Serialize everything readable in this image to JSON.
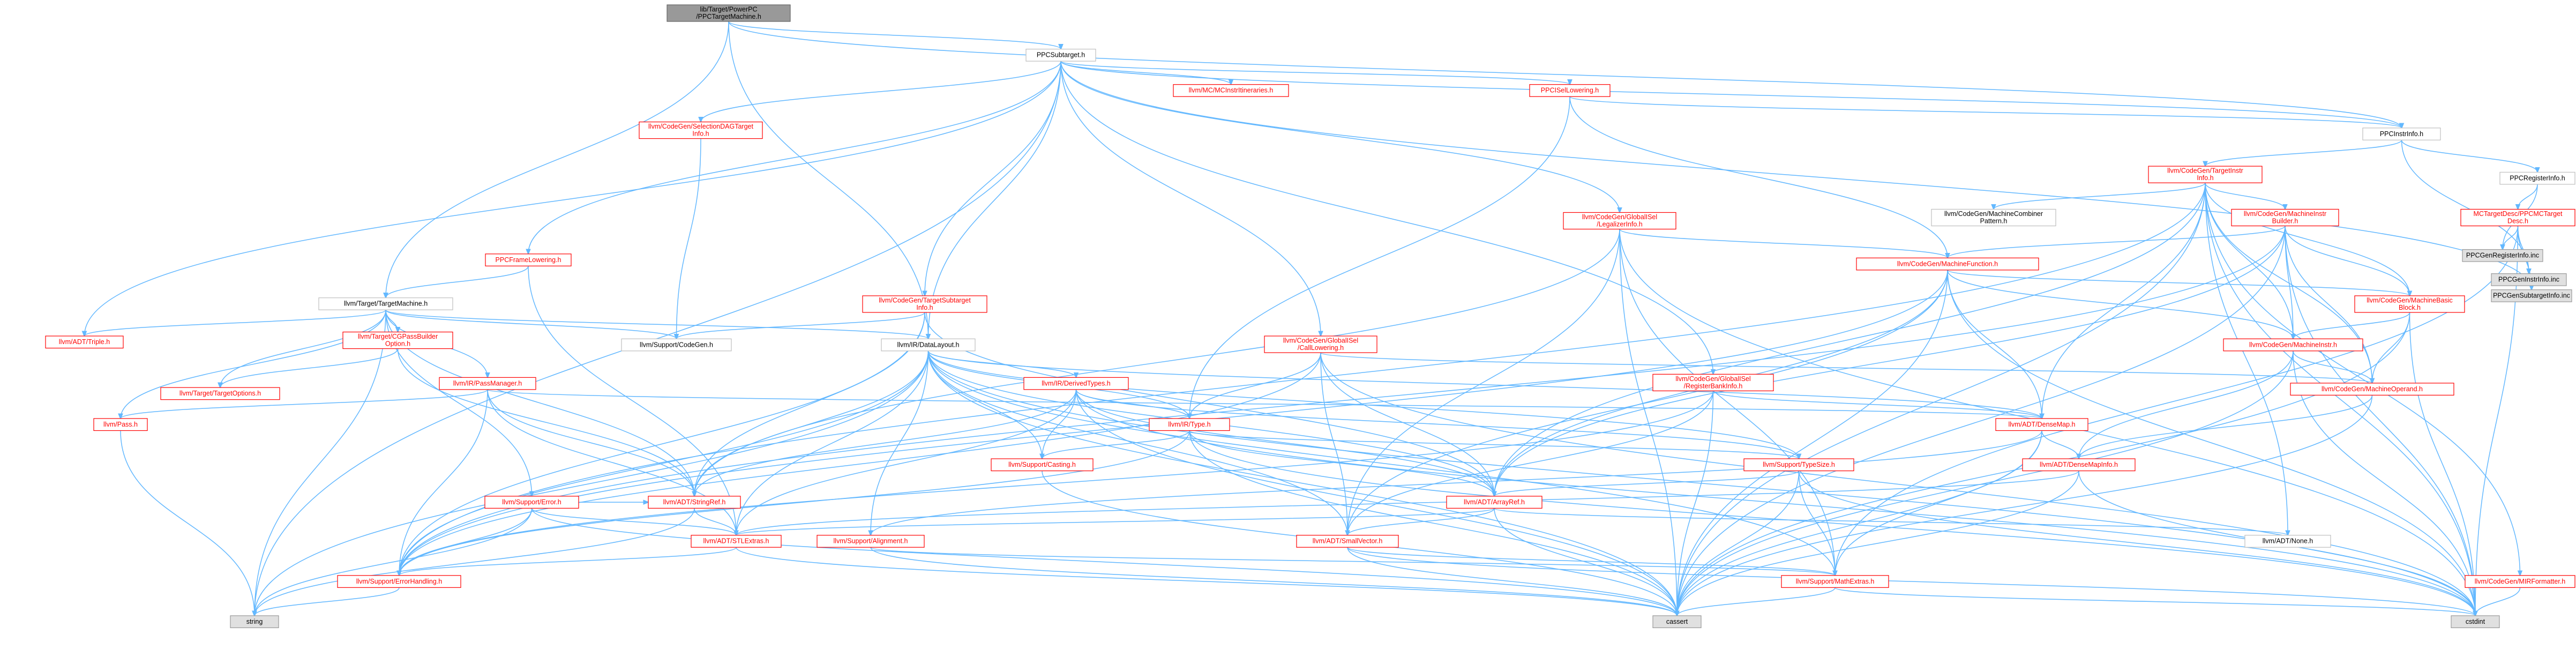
{
  "graph": {
    "root": "llvm/lib/Target/PowerPC/PPCTargetMachine.h",
    "nodes": [
      {
        "id": "root",
        "lines": [
          "lib/Target/PowerPC",
          "/PPCTargetMachine.h"
        ],
        "kind": "root"
      },
      {
        "id": "ppcsubtarget",
        "lines": [
          "PPCSubtarget.h"
        ],
        "kind": "plain"
      },
      {
        "id": "ppciselowering",
        "lines": [
          "PPCISelLowering.h"
        ],
        "kind": "local"
      },
      {
        "id": "mcinstritineraries",
        "lines": [
          "llvm/MC/MCInstrItineraries.h"
        ],
        "kind": "local"
      },
      {
        "id": "seldagtargetinfo",
        "lines": [
          "llvm/CodeGen/SelectionDAGTarget",
          "Info.h"
        ],
        "kind": "local"
      },
      {
        "id": "ppcframelowering",
        "lines": [
          "PPCFrameLowering.h"
        ],
        "kind": "local"
      },
      {
        "id": "ppcinstrinfo",
        "lines": [
          "PPCInstrInfo.h"
        ],
        "kind": "plain"
      },
      {
        "id": "ppcregisterinfo",
        "lines": [
          "PPCRegisterInfo.h"
        ],
        "kind": "plain"
      },
      {
        "id": "targetinstrinfo",
        "lines": [
          "llvm/CodeGen/TargetInstr",
          "Info.h"
        ],
        "kind": "local"
      },
      {
        "id": "legalizerinfo",
        "lines": [
          "llvm/CodeGen/GlobalISel",
          "/LegalizerInfo.h"
        ],
        "kind": "local"
      },
      {
        "id": "machinecombinerpattern",
        "lines": [
          "llvm/CodeGen/MachineCombiner",
          "Pattern.h"
        ],
        "kind": "plain"
      },
      {
        "id": "machineinstrbuilder",
        "lines": [
          "llvm/CodeGen/MachineInstr",
          "Builder.h"
        ],
        "kind": "local"
      },
      {
        "id": "mctargetdesc",
        "lines": [
          "MCTargetDesc/PPCMCTarget",
          "Desc.h"
        ],
        "kind": "local"
      },
      {
        "id": "machinefunction",
        "lines": [
          "llvm/CodeGen/MachineFunction.h"
        ],
        "kind": "local"
      },
      {
        "id": "targettargetmachine",
        "lines": [
          "llvm/Target/TargetMachine.h"
        ],
        "kind": "plain"
      },
      {
        "id": "targetsubtargetinfo",
        "lines": [
          "llvm/CodeGen/TargetSubtarget",
          "Info.h"
        ],
        "kind": "local"
      },
      {
        "id": "machinebasicblock",
        "lines": [
          "llvm/CodeGen/MachineBasic",
          "Block.h"
        ],
        "kind": "local"
      },
      {
        "id": "adttriple",
        "lines": [
          "llvm/ADT/Triple.h"
        ],
        "kind": "local"
      },
      {
        "id": "cgpassbuilderoption",
        "lines": [
          "llvm/Target/CGPassBuilder",
          "Option.h"
        ],
        "kind": "local"
      },
      {
        "id": "supportcodegen",
        "lines": [
          "llvm/Support/CodeGen.h"
        ],
        "kind": "plain"
      },
      {
        "id": "irdatalayout",
        "lines": [
          "llvm/IR/DataLayout.h"
        ],
        "kind": "plain"
      },
      {
        "id": "calllowering",
        "lines": [
          "llvm/CodeGen/GlobalISel",
          "/CallLowering.h"
        ],
        "kind": "local"
      },
      {
        "id": "machineinstr",
        "lines": [
          "llvm/CodeGen/MachineInstr.h"
        ],
        "kind": "local"
      },
      {
        "id": "irpassmanager",
        "lines": [
          "llvm/IR/PassManager.h"
        ],
        "kind": "local"
      },
      {
        "id": "irderivedtypes",
        "lines": [
          "llvm/IR/DerivedTypes.h"
        ],
        "kind": "local"
      },
      {
        "id": "registerbankinfo",
        "lines": [
          "llvm/CodeGen/GlobalISel",
          "/RegisterBankInfo.h"
        ],
        "kind": "local"
      },
      {
        "id": "machineoperand",
        "lines": [
          "llvm/CodeGen/MachineOperand.h"
        ],
        "kind": "local"
      },
      {
        "id": "targetoptions",
        "lines": [
          "llvm/Target/TargetOptions.h"
        ],
        "kind": "local"
      },
      {
        "id": "pass",
        "lines": [
          "llvm/Pass.h"
        ],
        "kind": "local"
      },
      {
        "id": "irtype",
        "lines": [
          "llvm/IR/Type.h"
        ],
        "kind": "local"
      },
      {
        "id": "densemap",
        "lines": [
          "llvm/ADT/DenseMap.h"
        ],
        "kind": "local"
      },
      {
        "id": "densemapinfo",
        "lines": [
          "llvm/ADT/DenseMapInfo.h"
        ],
        "kind": "local"
      },
      {
        "id": "supportcasting",
        "lines": [
          "llvm/Support/Casting.h"
        ],
        "kind": "local"
      },
      {
        "id": "typesize",
        "lines": [
          "llvm/Support/TypeSize.h"
        ],
        "kind": "local"
      },
      {
        "id": "supporterror",
        "lines": [
          "llvm/Support/Error.h"
        ],
        "kind": "local"
      },
      {
        "id": "stringref",
        "lines": [
          "llvm/ADT/StringRef.h"
        ],
        "kind": "local"
      },
      {
        "id": "arrayref",
        "lines": [
          "llvm/ADT/ArrayRef.h"
        ],
        "kind": "local"
      },
      {
        "id": "stlextras",
        "lines": [
          "llvm/ADT/STLExtras.h"
        ],
        "kind": "local"
      },
      {
        "id": "supportalignment",
        "lines": [
          "llvm/Support/Alignment.h"
        ],
        "kind": "local"
      },
      {
        "id": "smallvector",
        "lines": [
          "llvm/ADT/SmallVector.h"
        ],
        "kind": "local"
      },
      {
        "id": "adtnone",
        "lines": [
          "llvm/ADT/None.h"
        ],
        "kind": "plain"
      },
      {
        "id": "errorhandling",
        "lines": [
          "llvm/Support/ErrorHandling.h"
        ],
        "kind": "local"
      },
      {
        "id": "mathextras",
        "lines": [
          "llvm/Support/MathExtras.h"
        ],
        "kind": "local"
      },
      {
        "id": "mirformatter",
        "lines": [
          "llvm/CodeGen/MIRFormatter.h"
        ],
        "kind": "local"
      },
      {
        "id": "genregisterinfo",
        "lines": [
          "PPCGenRegisterInfo.inc"
        ],
        "kind": "sys"
      },
      {
        "id": "geninstrinfo",
        "lines": [
          "PPCGenInstrInfo.inc"
        ],
        "kind": "sys"
      },
      {
        "id": "gensubtargetinfo",
        "lines": [
          "PPCGenSubtargetInfo.inc"
        ],
        "kind": "sys"
      },
      {
        "id": "string",
        "lines": [
          "string"
        ],
        "kind": "sys"
      },
      {
        "id": "cassert",
        "lines": [
          "cassert"
        ],
        "kind": "sys"
      },
      {
        "id": "cstdint",
        "lines": [
          "cstdint"
        ],
        "kind": "sys"
      }
    ],
    "edges": [
      [
        "root",
        "ppcsubtarget"
      ],
      [
        "root",
        "ppcinstrinfo"
      ],
      [
        "root",
        "targettargetmachine"
      ],
      [
        "root",
        "irdatalayout"
      ],
      [
        "ppcsubtarget",
        "ppciselowering"
      ],
      [
        "ppcsubtarget",
        "mcinstritineraries"
      ],
      [
        "ppcsubtarget",
        "seldagtargetinfo"
      ],
      [
        "ppcsubtarget",
        "ppcframelowering"
      ],
      [
        "ppcsubtarget",
        "ppcinstrinfo"
      ],
      [
        "ppcsubtarget",
        "legalizerinfo"
      ],
      [
        "ppcsubtarget",
        "targetsubtargetinfo"
      ],
      [
        "ppcsubtarget",
        "irdatalayout"
      ],
      [
        "ppcsubtarget",
        "calllowering"
      ],
      [
        "ppcsubtarget",
        "registerbankinfo"
      ],
      [
        "ppcsubtarget",
        "adttriple"
      ],
      [
        "ppcsubtarget",
        "gensubtargetinfo"
      ],
      [
        "ppcsubtarget",
        "string"
      ],
      [
        "ppciselowering",
        "ppcinstrinfo"
      ],
      [
        "ppciselowering",
        "machinefunction"
      ],
      [
        "ppciselowering",
        "irtype"
      ],
      [
        "seldagtargetinfo",
        "supportcodegen"
      ],
      [
        "ppcframelowering",
        "targettargetmachine"
      ],
      [
        "ppcframelowering",
        "stlextras"
      ],
      [
        "ppcinstrinfo",
        "ppcregisterinfo"
      ],
      [
        "ppcinstrinfo",
        "targetinstrinfo"
      ],
      [
        "ppcinstrinfo",
        "geninstrinfo"
      ],
      [
        "ppcregisterinfo",
        "mctargetdesc"
      ],
      [
        "ppcregisterinfo",
        "genregisterinfo"
      ],
      [
        "mctargetdesc",
        "genregisterinfo"
      ],
      [
        "mctargetdesc",
        "geninstrinfo"
      ],
      [
        "mctargetdesc",
        "gensubtargetinfo"
      ],
      [
        "mctargetdesc",
        "cstdint"
      ],
      [
        "mctargetdesc",
        "mathextras"
      ],
      [
        "targetinstrinfo",
        "machinecombinerpattern"
      ],
      [
        "targetinstrinfo",
        "machineinstrbuilder"
      ],
      [
        "targetinstrinfo",
        "machinebasicblock"
      ],
      [
        "targetinstrinfo",
        "machineinstr"
      ],
      [
        "targetinstrinfo",
        "machineoperand"
      ],
      [
        "targetinstrinfo",
        "densemap"
      ],
      [
        "targetinstrinfo",
        "arrayref"
      ],
      [
        "targetinstrinfo",
        "adtnone"
      ],
      [
        "targetinstrinfo",
        "mirformatter"
      ],
      [
        "targetinstrinfo",
        "errorhandling"
      ],
      [
        "targetinstrinfo",
        "cassert"
      ],
      [
        "targetinstrinfo",
        "cstdint"
      ],
      [
        "legalizerinfo",
        "machinefunction"
      ],
      [
        "legalizerinfo",
        "stringref"
      ],
      [
        "legalizerinfo",
        "smallvector"
      ],
      [
        "legalizerinfo",
        "mathextras"
      ],
      [
        "legalizerinfo",
        "cassert"
      ],
      [
        "legalizerinfo",
        "cstdint"
      ],
      [
        "machineinstrbuilder",
        "machinefunction"
      ],
      [
        "machineinstrbuilder",
        "machinebasicblock"
      ],
      [
        "machineinstrbuilder",
        "machineinstr"
      ],
      [
        "machineinstrbuilder",
        "machineoperand"
      ],
      [
        "machineinstrbuilder",
        "arrayref"
      ],
      [
        "machineinstrbuilder",
        "errorhandling"
      ],
      [
        "machineinstrbuilder",
        "cassert"
      ],
      [
        "machineinstrbuilder",
        "cstdint"
      ],
      [
        "machinefunction",
        "machinebasicblock"
      ],
      [
        "machinefunction",
        "machineinstr"
      ],
      [
        "machinefunction",
        "densemap"
      ],
      [
        "machinefunction",
        "arrayref"
      ],
      [
        "machinefunction",
        "smallvector"
      ],
      [
        "machinefunction",
        "errorhandling"
      ],
      [
        "machinefunction",
        "cassert"
      ],
      [
        "machinefunction",
        "cstdint"
      ],
      [
        "targettargetmachine",
        "adttriple"
      ],
      [
        "targettargetmachine",
        "cgpassbuilderoption"
      ],
      [
        "targettargetmachine",
        "supportcodegen"
      ],
      [
        "targettargetmachine",
        "irdatalayout"
      ],
      [
        "targettargetmachine",
        "irpassmanager"
      ],
      [
        "targettargetmachine",
        "targetoptions"
      ],
      [
        "targettargetmachine",
        "pass"
      ],
      [
        "targettargetmachine",
        "stringref"
      ],
      [
        "targettargetmachine",
        "supporterror"
      ],
      [
        "targettargetmachine",
        "string"
      ],
      [
        "targetsubtargetinfo",
        "supportcodegen"
      ],
      [
        "targetsubtargetinfo",
        "arrayref"
      ],
      [
        "targetsubtargetinfo",
        "stringref"
      ],
      [
        "targetsubtargetinfo",
        "errorhandling"
      ],
      [
        "machinebasicblock",
        "machineinstr"
      ],
      [
        "machinebasicblock",
        "machineoperand"
      ],
      [
        "machinebasicblock",
        "cassert"
      ],
      [
        "machinebasicblock",
        "cstdint"
      ],
      [
        "cgpassbuilderoption",
        "targetoptions"
      ],
      [
        "cgpassbuilderoption",
        "stringref"
      ],
      [
        "irdatalayout",
        "densemap"
      ],
      [
        "irdatalayout",
        "irderivedtypes"
      ],
      [
        "irdatalayout",
        "irtype"
      ],
      [
        "irdatalayout",
        "arrayref"
      ],
      [
        "irdatalayout",
        "stringref"
      ],
      [
        "irdatalayout",
        "stlextras"
      ],
      [
        "irdatalayout",
        "smallvector"
      ],
      [
        "irdatalayout",
        "supportalignment"
      ],
      [
        "irdatalayout",
        "typesize"
      ],
      [
        "irdatalayout",
        "errorhandling"
      ],
      [
        "irdatalayout",
        "supportcasting"
      ],
      [
        "irdatalayout",
        "mathextras"
      ],
      [
        "irdatalayout",
        "cassert"
      ],
      [
        "irdatalayout",
        "cstdint"
      ],
      [
        "irdatalayout",
        "string"
      ],
      [
        "calllowering",
        "irtype"
      ],
      [
        "calllowering",
        "arrayref"
      ],
      [
        "calllowering",
        "smallvector"
      ],
      [
        "calllowering",
        "machineoperand"
      ],
      [
        "calllowering",
        "errorhandling"
      ],
      [
        "calllowering",
        "cstdint"
      ],
      [
        "machineinstr",
        "machineoperand"
      ],
      [
        "machineinstr",
        "densemapinfo"
      ],
      [
        "machineinstr",
        "cassert"
      ],
      [
        "machineinstr",
        "cstdint"
      ],
      [
        "irpassmanager",
        "densemap"
      ],
      [
        "irpassmanager",
        "stringref"
      ],
      [
        "irpassmanager",
        "stlextras"
      ],
      [
        "irpassmanager",
        "pass"
      ],
      [
        "irpassmanager",
        "errorhandling"
      ],
      [
        "irderivedtypes",
        "irtype"
      ],
      [
        "irderivedtypes",
        "arrayref"
      ],
      [
        "irderivedtypes",
        "stlextras"
      ],
      [
        "irderivedtypes",
        "stringref"
      ],
      [
        "irderivedtypes",
        "supportcasting"
      ],
      [
        "irderivedtypes",
        "typesize"
      ],
      [
        "irderivedtypes",
        "cassert"
      ],
      [
        "irderivedtypes",
        "cstdint"
      ],
      [
        "registerbankinfo",
        "densemap"
      ],
      [
        "registerbankinfo",
        "smallvector"
      ],
      [
        "registerbankinfo",
        "errorhandling"
      ],
      [
        "registerbankinfo",
        "cassert"
      ],
      [
        "machineoperand",
        "densemapinfo"
      ],
      [
        "machineoperand",
        "cassert"
      ],
      [
        "pass",
        "string"
      ],
      [
        "irtype",
        "arrayref"
      ],
      [
        "irtype",
        "supportcasting"
      ],
      [
        "irtype",
        "typesize"
      ],
      [
        "irtype",
        "errorhandling"
      ],
      [
        "irtype",
        "cassert"
      ],
      [
        "irtype",
        "cstdint"
      ],
      [
        "densemap",
        "densemapinfo"
      ],
      [
        "densemap",
        "mathextras"
      ],
      [
        "densemap",
        "supportalignment"
      ],
      [
        "densemap",
        "cassert"
      ],
      [
        "densemapinfo",
        "stlextras"
      ],
      [
        "densemapinfo",
        "cassert"
      ],
      [
        "densemapinfo",
        "cstdint"
      ],
      [
        "supportcasting",
        "cassert"
      ],
      [
        "typesize",
        "mathextras"
      ],
      [
        "typesize",
        "arrayref"
      ],
      [
        "typesize",
        "cassert"
      ],
      [
        "typesize",
        "cstdint"
      ],
      [
        "supporterror",
        "stringref"
      ],
      [
        "supporterror",
        "stlextras"
      ],
      [
        "supporterror",
        "errorhandling"
      ],
      [
        "supporterror",
        "cassert"
      ],
      [
        "supporterror",
        "string"
      ],
      [
        "stringref",
        "stlextras"
      ],
      [
        "stringref",
        "string"
      ],
      [
        "arrayref",
        "smallvector"
      ],
      [
        "arrayref",
        "stlextras"
      ],
      [
        "arrayref",
        "adtnone"
      ],
      [
        "arrayref",
        "cassert"
      ],
      [
        "stlextras",
        "errorhandling"
      ],
      [
        "stlextras",
        "cassert"
      ],
      [
        "supportalignment",
        "mathextras"
      ],
      [
        "supportalignment",
        "cassert"
      ],
      [
        "smallvector",
        "mathextras"
      ],
      [
        "smallvector",
        "cassert"
      ],
      [
        "smallvector",
        "cstdint"
      ],
      [
        "errorhandling",
        "string"
      ],
      [
        "mathextras",
        "cassert"
      ],
      [
        "mathextras",
        "cstdint"
      ],
      [
        "mirformatter",
        "cstdint"
      ]
    ]
  }
}
